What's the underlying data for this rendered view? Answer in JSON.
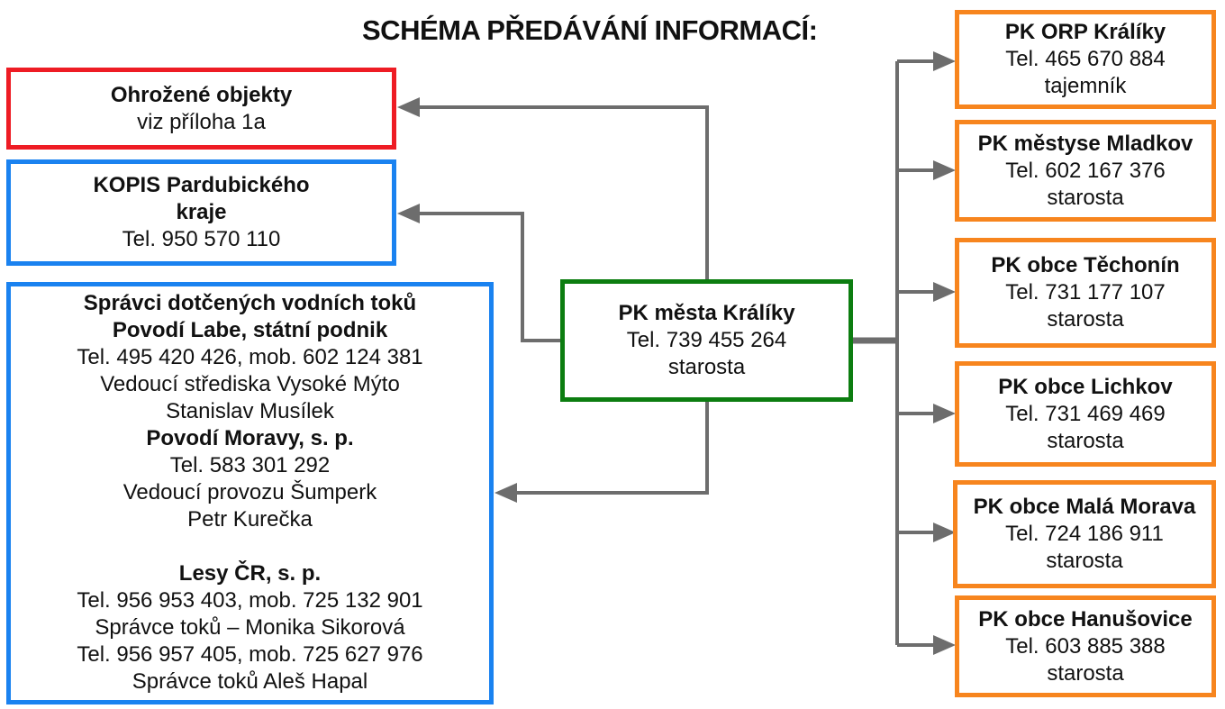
{
  "title": "SCHÉMA PŘEDÁVÁNÍ INFORMACÍ:",
  "colors": {
    "red": "#ee1c24",
    "blue": "#1a82f0",
    "green": "#0c7d10",
    "orange": "#f7851e",
    "arrow": "#6d6d6d"
  },
  "center": {
    "name": "PK města Králíky",
    "tel": "Tel. 739 455 264",
    "role": "starosta"
  },
  "left": {
    "threatened": {
      "name": "Ohrožené objekty",
      "note": "viz příloha 1a"
    },
    "kopis": {
      "name_line1": "KOPIS Pardubického",
      "name_line2": "kraje",
      "tel": "Tel. 950 570 110"
    },
    "water": {
      "heading": "Správci dotčených vodních toků",
      "org1": "Povodí Labe, státní podnik",
      "org1_tel": "Tel. 495 420 426, mob. 602 124 381",
      "org1_role": "Vedoucí střediska Vysoké Mýto",
      "org1_person": "Stanislav Musílek",
      "org2": "Povodí Moravy, s. p.",
      "org2_tel": "Tel. 583 301 292",
      "org2_role": "Vedoucí provozu Šumperk",
      "org2_person": "Petr Kurečka",
      "org3": "Lesy ČR, s. p.",
      "org3_tel1": "Tel. 956 953 403, mob. 725 132 901",
      "org3_contact1": "Správce toků – Monika Sikorová",
      "org3_tel2": "Tel. 956 957 405, mob. 725 627 976",
      "org3_contact2": "Správce toků Aleš Hapal"
    }
  },
  "right": [
    {
      "name": "PK ORP Králíky",
      "tel": "Tel. 465 670 884",
      "role": "tajemník"
    },
    {
      "name": "PK městyse Mladkov",
      "tel": "Tel. 602 167 376",
      "role": "starosta"
    },
    {
      "name": "PK obce Těchonín",
      "tel": "Tel. 731 177 107",
      "role": "starosta"
    },
    {
      "name": "PK obce Lichkov",
      "tel": "Tel. 731 469 469",
      "role": "starosta"
    },
    {
      "name": "PK obce Malá Morava",
      "tel": "Tel. 724 186 911",
      "role": "starosta"
    },
    {
      "name": "PK obce Hanušovice",
      "tel": "Tel. 603 885 388",
      "role": "starosta"
    }
  ]
}
